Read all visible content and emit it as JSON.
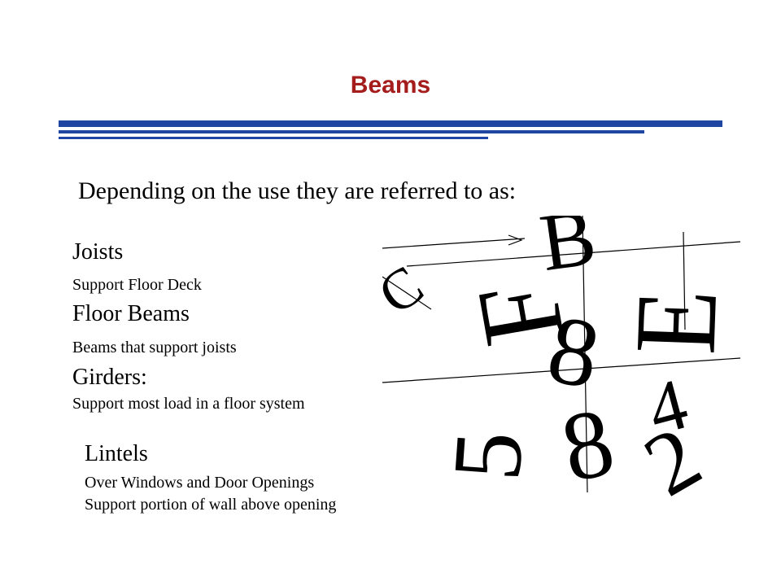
{
  "slide": {
    "title": "Beams",
    "intro": "Depending on the use they are referred to as:",
    "terms": {
      "joists": {
        "name": "Joists",
        "desc": "Support Floor Deck"
      },
      "floor_beams": {
        "name": "Floor Beams",
        "desc": "Beams that support joists"
      },
      "girders": {
        "name": "Girders:",
        "desc": "Support most load in a floor system"
      },
      "lintels": {
        "name": "Lintels",
        "desc1": "Over Windows and Door Openings",
        "desc2": "Support portion of wall above opening"
      }
    }
  },
  "colors": {
    "title": "#a51c1c",
    "rule": "#1f46a3"
  }
}
